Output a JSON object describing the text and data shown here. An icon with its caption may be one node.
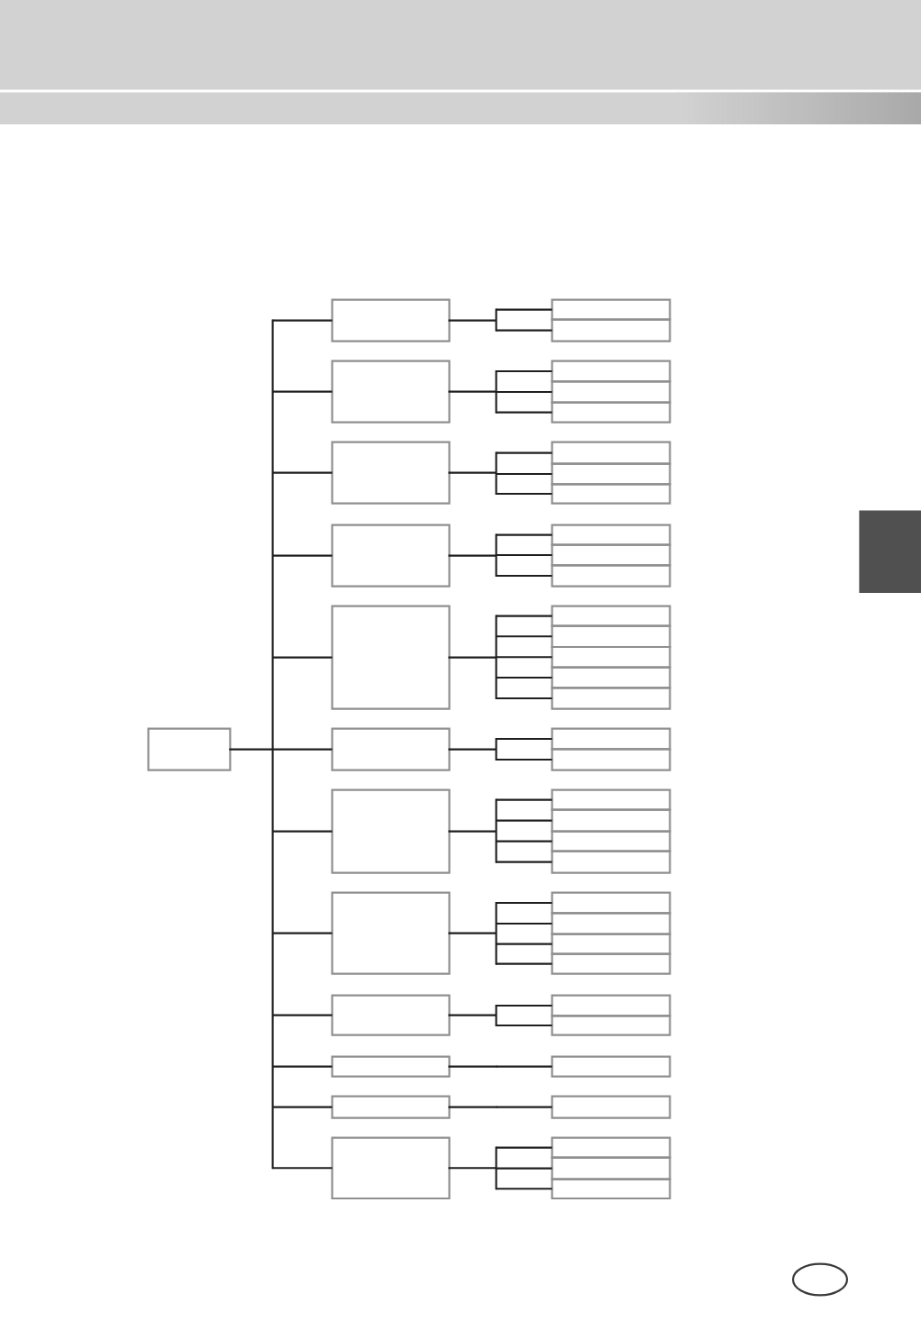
{
  "diagram": {
    "nodes": [
      {
        "text": [],
        "shape": "box"
      },
      {
        "text": [],
        "shape": "box"
      },
      {
        "text": [],
        "shape": "box"
      },
      {
        "text": [],
        "shape": "box"
      },
      {
        "text": [],
        "shape": "box"
      },
      {
        "text": [],
        "shape": "box"
      },
      {
        "text": [],
        "shape": "box"
      },
      {
        "text": [],
        "shape": "box"
      },
      {
        "text": [],
        "shape": "box"
      },
      {
        "text": [],
        "shape": "box"
      },
      {
        "text": [],
        "shape": "box"
      },
      {
        "text": [],
        "shape": "box"
      },
      {
        "text": [],
        "shape": "box"
      },
      {
        "text": [],
        "shape": "box"
      },
      {
        "text": [],
        "shape": "box"
      },
      {
        "text": [],
        "shape": "box"
      },
      {
        "text": [],
        "shape": "box"
      },
      {
        "text": [],
        "shape": "box"
      },
      {
        "text": [],
        "shape": "box"
      },
      {
        "text": [],
        "shape": "box"
      },
      {
        "text": [],
        "shape": "box"
      },
      {
        "text": [],
        "shape": "box"
      },
      {
        "text": [],
        "shape": "box"
      },
      {
        "text": [],
        "shape": "box"
      },
      {
        "text": [],
        "shape": "box"
      },
      {
        "text": [],
        "shape": "box"
      },
      {
        "text": [],
        "shape": "box"
      },
      {
        "text": [],
        "shape": "box"
      },
      {
        "text": [],
        "shape": "box"
      },
      {
        "text": [],
        "shape": "box"
      },
      {
        "text": [],
        "shape": "box"
      },
      {
        "text": [],
        "shape": "box"
      },
      {
        "text": [],
        "shape": "box"
      },
      {
        "text": [],
        "shape": "box"
      },
      {
        "text": [],
        "shape": "box"
      },
      {
        "text": [],
        "shape": "box"
      },
      {
        "text": [],
        "shape": "box"
      },
      {
        "text": [],
        "shape": "box"
      },
      {
        "text": [],
        "shape": "box"
      },
      {
        "text": [],
        "shape": "box"
      },
      {
        "text": [],
        "shape": "box"
      },
      {
        "text": [],
        "shape": "box"
      },
      {
        "text": [],
        "shape": "box"
      },
      {
        "text": [],
        "shape": "box"
      },
      {
        "text": [],
        "shape": "box"
      },
      {
        "text": [],
        "shape": "box"
      }
    ],
    "edges": [
      {
        "from": 0,
        "to": 1,
        "arrow": "none"
      },
      {
        "from": 0,
        "to": 4,
        "arrow": "none"
      },
      {
        "from": 0,
        "to": 8,
        "arrow": "none"
      },
      {
        "from": 0,
        "to": 12,
        "arrow": "none"
      },
      {
        "from": 0,
        "to": 16,
        "arrow": "none"
      },
      {
        "from": 0,
        "to": 22,
        "arrow": "none"
      },
      {
        "from": 0,
        "to": 25,
        "arrow": "none"
      },
      {
        "from": 0,
        "to": 30,
        "arrow": "none"
      },
      {
        "from": 0,
        "to": 35,
        "arrow": "none"
      },
      {
        "from": 0,
        "to": 38,
        "arrow": "none"
      },
      {
        "from": 0,
        "to": 40,
        "arrow": "none"
      },
      {
        "from": 0,
        "to": 42,
        "arrow": "none"
      },
      {
        "from": 1,
        "to": 2,
        "arrow": "none"
      },
      {
        "from": 1,
        "to": 3,
        "arrow": "none"
      },
      {
        "from": 4,
        "to": 5,
        "arrow": "none"
      },
      {
        "from": 4,
        "to": 6,
        "arrow": "none"
      },
      {
        "from": 4,
        "to": 7,
        "arrow": "none"
      },
      {
        "from": 8,
        "to": 9,
        "arrow": "none"
      },
      {
        "from": 8,
        "to": 10,
        "arrow": "none"
      },
      {
        "from": 8,
        "to": 11,
        "arrow": "none"
      },
      {
        "from": 12,
        "to": 13,
        "arrow": "none"
      },
      {
        "from": 12,
        "to": 14,
        "arrow": "none"
      },
      {
        "from": 12,
        "to": 15,
        "arrow": "none"
      },
      {
        "from": 16,
        "to": 17,
        "arrow": "none"
      },
      {
        "from": 16,
        "to": 18,
        "arrow": "none"
      },
      {
        "from": 16,
        "to": 19,
        "arrow": "none"
      },
      {
        "from": 16,
        "to": 20,
        "arrow": "none"
      },
      {
        "from": 16,
        "to": 21,
        "arrow": "none"
      },
      {
        "from": 22,
        "to": 23,
        "arrow": "none"
      },
      {
        "from": 22,
        "to": 24,
        "arrow": "none"
      },
      {
        "from": 25,
        "to": 26,
        "arrow": "none"
      },
      {
        "from": 25,
        "to": 27,
        "arrow": "none"
      },
      {
        "from": 25,
        "to": 28,
        "arrow": "none"
      },
      {
        "from": 25,
        "to": 29,
        "arrow": "none"
      },
      {
        "from": 30,
        "to": 31,
        "arrow": "none"
      },
      {
        "from": 30,
        "to": 32,
        "arrow": "none"
      },
      {
        "from": 30,
        "to": 33,
        "arrow": "none"
      },
      {
        "from": 30,
        "to": 34,
        "arrow": "none"
      },
      {
        "from": 35,
        "to": 36,
        "arrow": "none"
      },
      {
        "from": 35,
        "to": 37,
        "arrow": "none"
      },
      {
        "from": 38,
        "to": 39,
        "arrow": "none"
      },
      {
        "from": 40,
        "to": 41,
        "arrow": "none"
      },
      {
        "from": 42,
        "to": 43,
        "arrow": "none"
      },
      {
        "from": 42,
        "to": 44,
        "arrow": "none"
      },
      {
        "from": 42,
        "to": 45,
        "arrow": "none"
      }
    ]
  }
}
